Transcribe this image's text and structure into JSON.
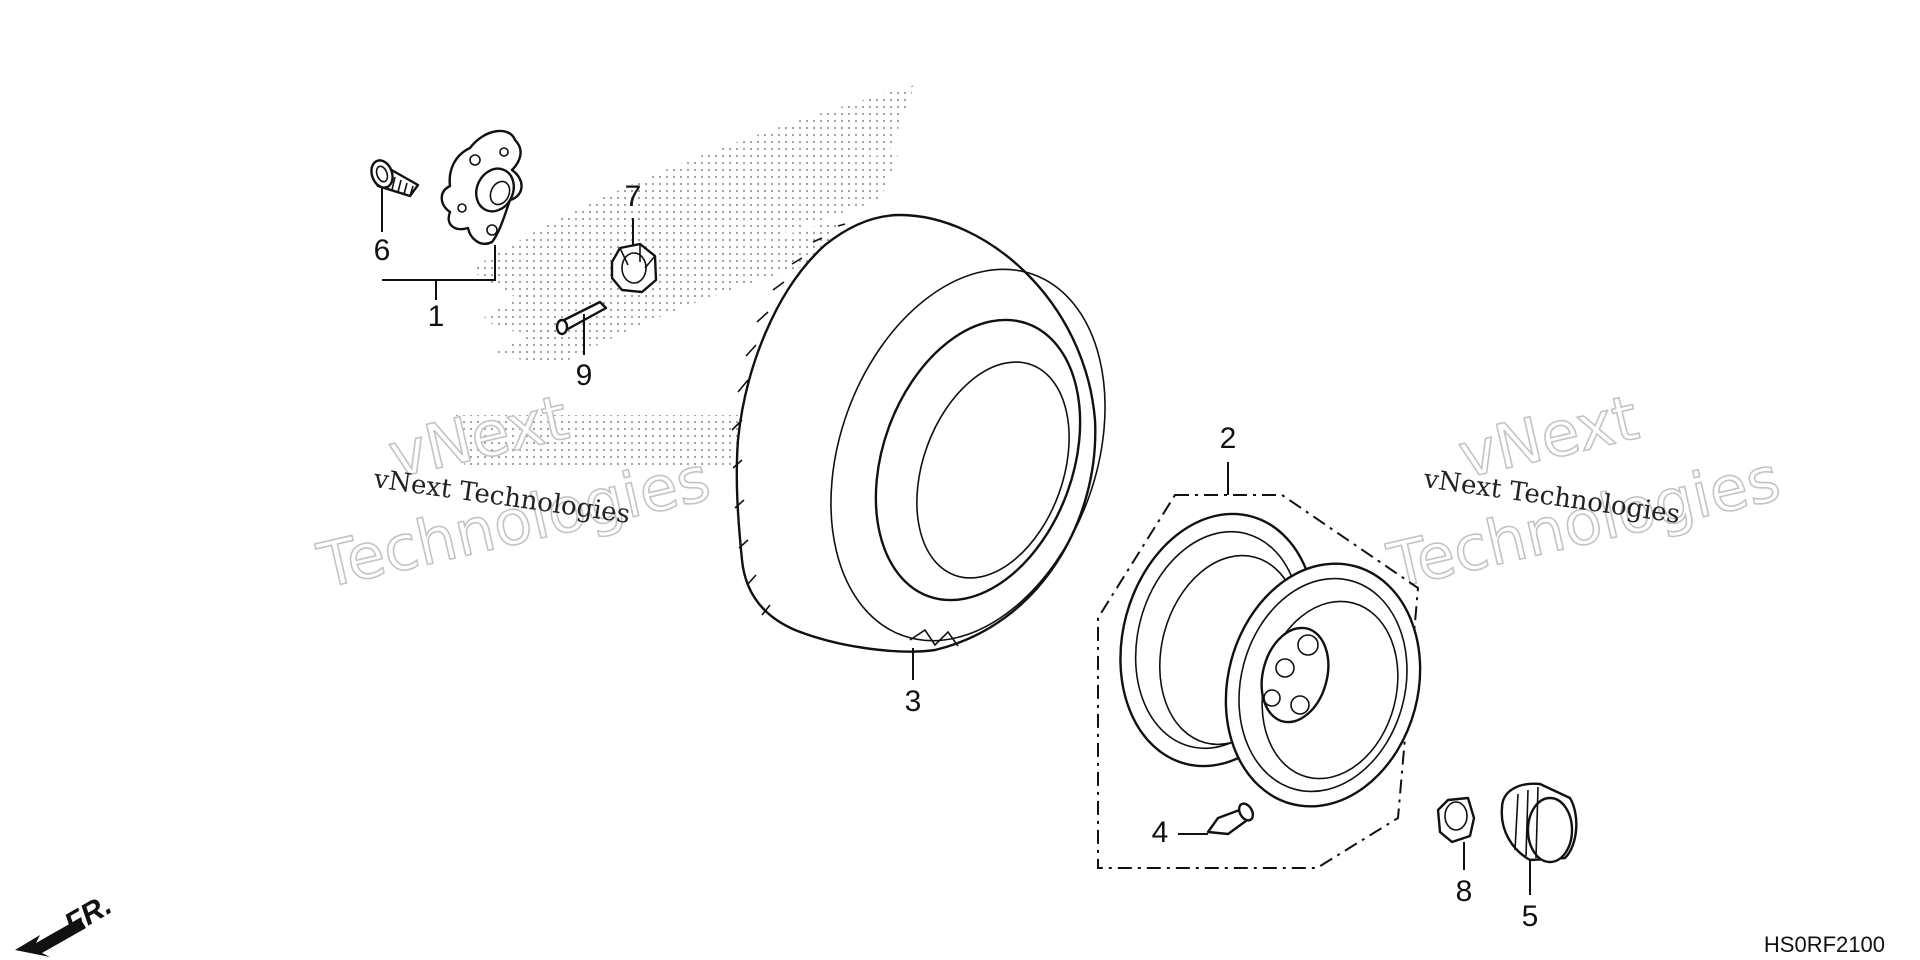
{
  "diagram": {
    "callouts": [
      "1",
      "2",
      "3",
      "4",
      "5",
      "6",
      "7",
      "8",
      "9"
    ],
    "watermarks": {
      "left_small": "vNext Technologies",
      "left_big_line1": "vNext",
      "left_big_line2": "Technologies",
      "right_small": "vNext Technologies",
      "right_big_line1": "vNext",
      "right_big_line2": "Technologies"
    },
    "front_indicator": "FR.",
    "diagram_code": "HS0RF2100"
  },
  "colors": {
    "line": "#111111",
    "background": "#ffffff",
    "watermark_outline": "#c4c4c4",
    "logo_dots": "#9a9a9a"
  },
  "icons": [
    "front-direction-arrow-icon",
    "honda-wing-logo"
  ]
}
